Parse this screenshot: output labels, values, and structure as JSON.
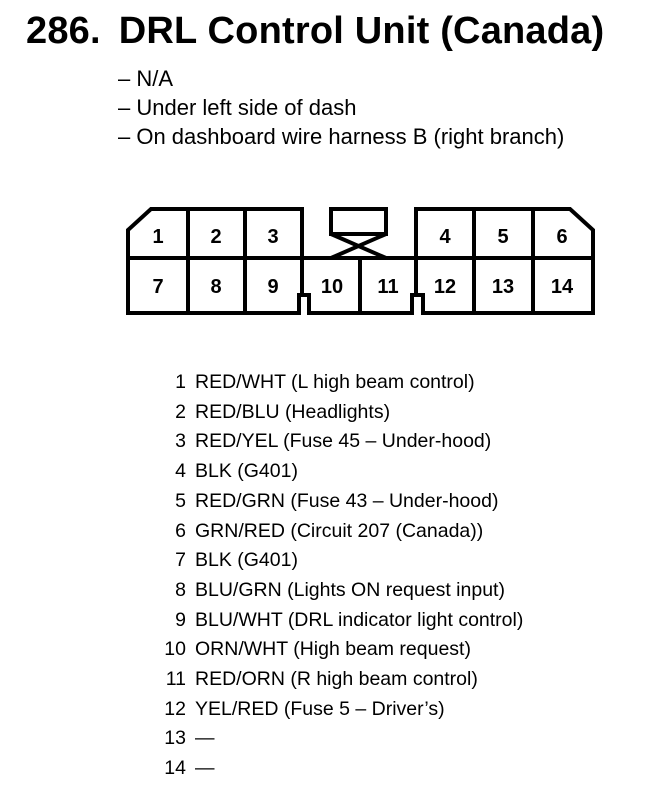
{
  "header": {
    "number": "286.",
    "title": "DRL Control Unit (Canada)"
  },
  "info": [
    "– N/A",
    "– Under left side of dash",
    "– On dashboard wire harness B (right branch)"
  ],
  "connector": {
    "top_row": [
      "1",
      "2",
      "3",
      "",
      "4",
      "5",
      "6"
    ],
    "bottom_row": [
      "7",
      "8",
      "9",
      "10",
      "11",
      "12",
      "13",
      "14"
    ]
  },
  "pins": [
    {
      "num": "1",
      "desc": "RED/WHT (L high beam control)"
    },
    {
      "num": "2",
      "desc": "RED/BLU (Headlights)"
    },
    {
      "num": "3",
      "desc": "RED/YEL (Fuse 45 – Under-hood)"
    },
    {
      "num": "4",
      "desc": "BLK (G401)"
    },
    {
      "num": "5",
      "desc": "RED/GRN (Fuse 43 – Under-hood)"
    },
    {
      "num": "6",
      "desc": "GRN/RED (Circuit 207 (Canada))"
    },
    {
      "num": "7",
      "desc": "BLK (G401)"
    },
    {
      "num": "8",
      "desc": "BLU/GRN (Lights ON request input)"
    },
    {
      "num": "9",
      "desc": "BLU/WHT (DRL indicator light control)"
    },
    {
      "num": "10",
      "desc": "ORN/WHT (High beam request)"
    },
    {
      "num": "11",
      "desc": "RED/ORN (R high beam control)"
    },
    {
      "num": "12",
      "desc": "YEL/RED (Fuse 5 – Driver’s)"
    },
    {
      "num": "13",
      "desc": "—"
    },
    {
      "num": "14",
      "desc": "—"
    }
  ]
}
